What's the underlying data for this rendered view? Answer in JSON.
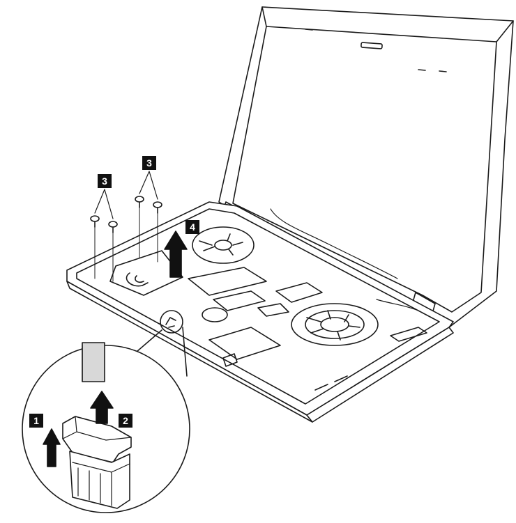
{
  "callouts": {
    "step1": "1",
    "step2": "2",
    "step3_left": "3",
    "step3_right": "3",
    "step4": "4"
  },
  "colors": {
    "line": "#1a1a1a",
    "arrow": "#111111",
    "background": "#ffffff",
    "fill": "#ffffff",
    "cable_fill": "#d8d8d8",
    "callout_bg": "#111111",
    "callout_text": "#ffffff"
  }
}
